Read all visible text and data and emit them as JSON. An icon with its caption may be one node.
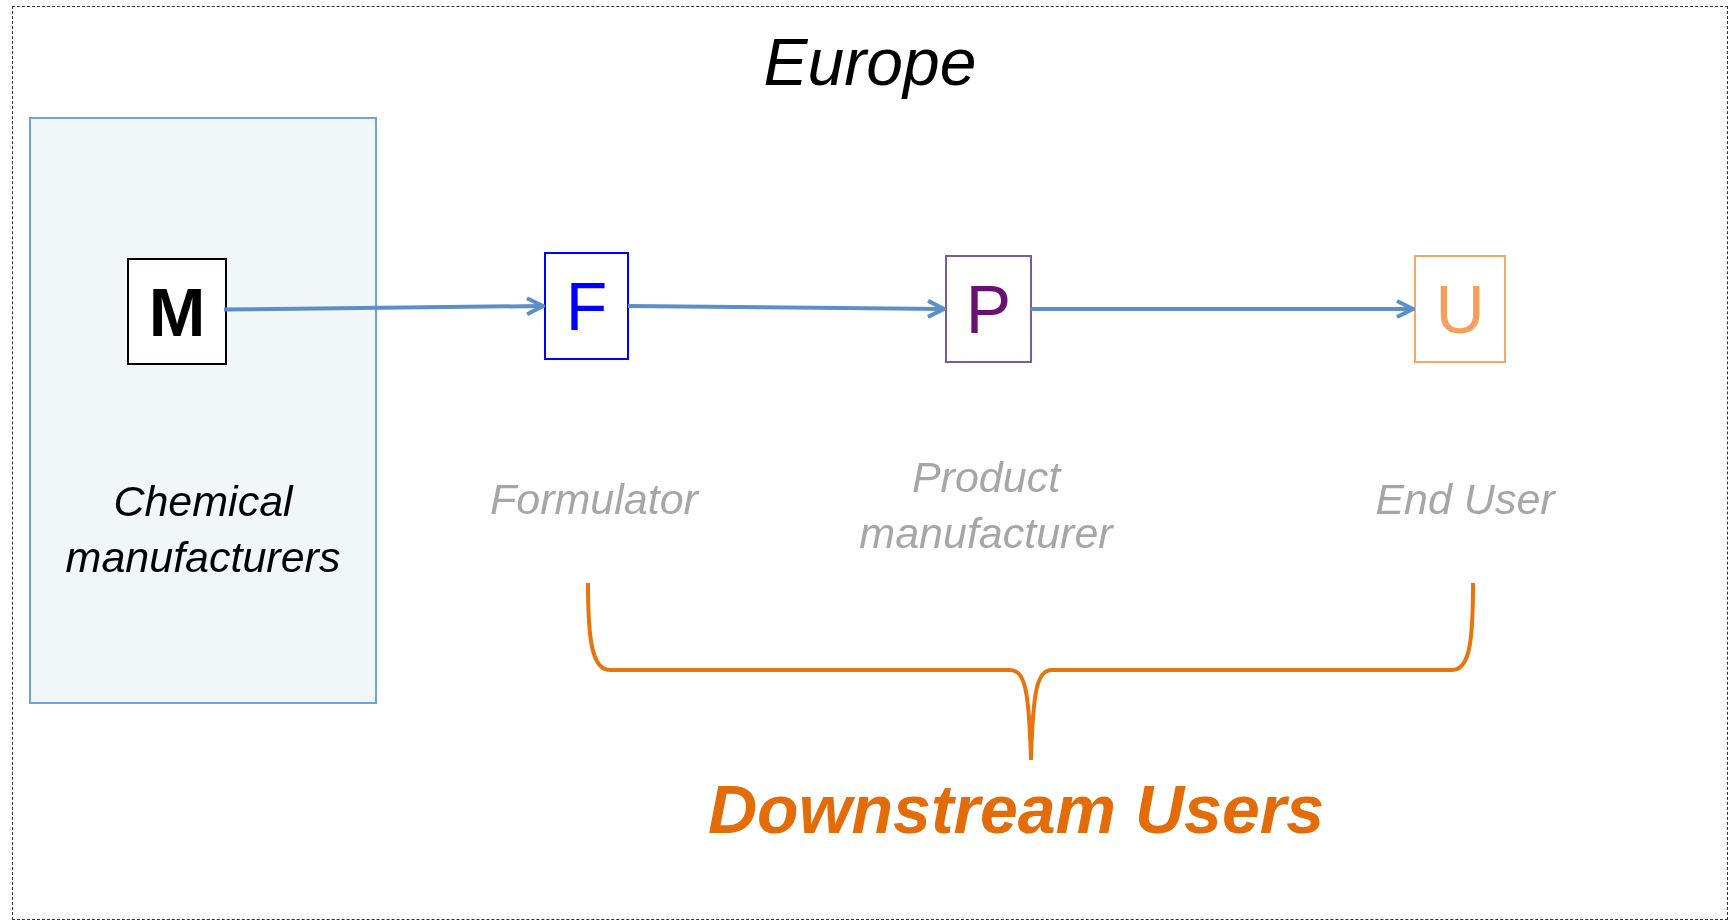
{
  "diagram": {
    "nodes": [
      {
        "text": [
          "Europe"
        ]
      },
      {
        "text": [
          "Chemical manufacturers"
        ],
        "in": 0
      },
      {
        "text": [
          "M"
        ],
        "in": 1
      },
      {
        "text": [
          "F"
        ],
        "in": 0,
        "beside": [
          "Formulator"
        ]
      },
      {
        "text": [
          "P"
        ],
        "in": 0,
        "beside": [
          "Product manufacturer"
        ]
      },
      {
        "text": [
          "U"
        ],
        "in": 0,
        "beside": [
          "End User"
        ]
      }
    ],
    "edges": [
      {
        "from": 2,
        "to": 3,
        "arrow": "to"
      },
      {
        "from": 3,
        "to": 4,
        "arrow": "to"
      },
      {
        "from": 4,
        "to": 5,
        "arrow": "to"
      }
    ],
    "labels": [
      "Downstream Users"
    ]
  }
}
